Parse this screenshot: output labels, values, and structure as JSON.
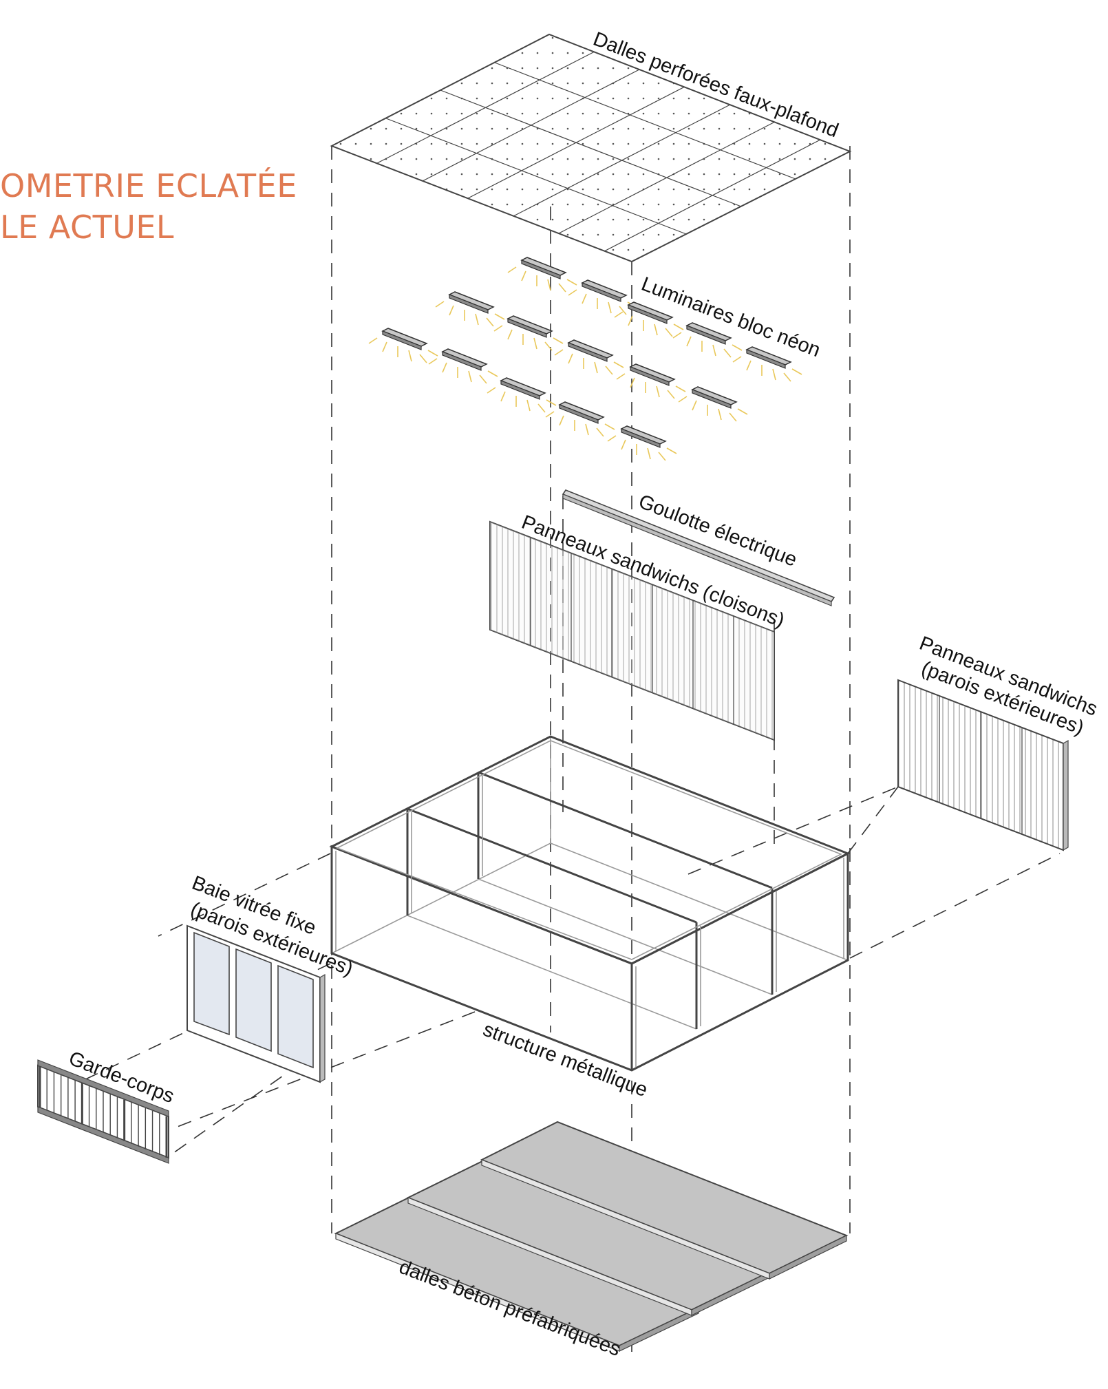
{
  "title": {
    "line1": "OMETRIE ECLATÉE",
    "line2": "LE ACTUEL"
  },
  "labels": {
    "ceiling": "Dalles perforées faux-plafond",
    "lights": "Luminaires bloc néon",
    "duct": "Goulotte électrique",
    "partitions": "Panneaux sandwichs (cloisons)",
    "exterior_panels_1": "Panneaux sandwichs",
    "exterior_panels_2": "(parois extérieures)",
    "glazing_1": "Baie vitrée fixe",
    "glazing_2": "(parois extérieures)",
    "railing": "Garde-corps",
    "structure": "structure métallique",
    "slabs": "dalles béton préfabriquées"
  },
  "colors": {
    "title": "#e07a52",
    "light_ray": "#e9c85a",
    "slab_fill": "#c4c4c4",
    "glass_fill": "#e3e8f0",
    "panel_fill": "#f2f2f2",
    "line": "#444444"
  },
  "icons": {
    "light": "neon-tube-icon"
  }
}
